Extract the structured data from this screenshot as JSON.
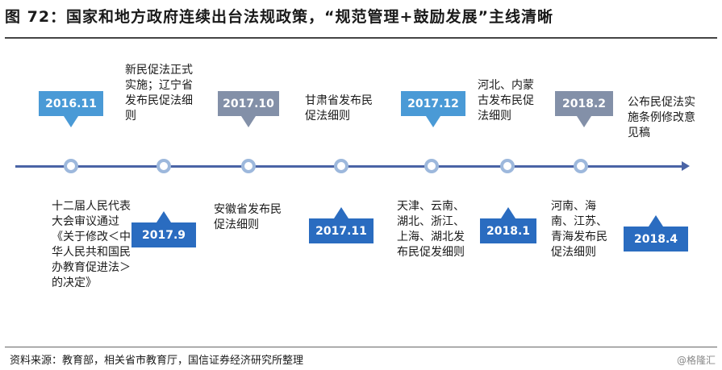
{
  "header": {
    "title": "图 72：国家和地方政府连续出台法规政策，“规范管理+鼓励发展”主线清晰"
  },
  "timeline": {
    "events": [
      {
        "date": "2016.11",
        "text": "十二届人民代表大会审议通过《关于修改＜中华人民共和国民办教育促进法＞的决定》",
        "color": "#4a9ad6"
      },
      {
        "date": "2017.9",
        "text": "新民促法正式实施；辽宁省发布民促法细则",
        "color": "#2a6cc0"
      },
      {
        "date": "2017.10",
        "text": "安徽省发布民促法细则",
        "color": "#8390a8"
      },
      {
        "date": "2017.11",
        "text": "甘肃省发布民促法细则",
        "color": "#2a6cc0"
      },
      {
        "date": "2017.12",
        "text": "天津、云南、湖北、浙江、上海、湖北发布民促发细则",
        "color": "#4a9ad6"
      },
      {
        "date": "2018.1",
        "text": "河北、内蒙古发布民促法细则",
        "color": "#2a6cc0"
      },
      {
        "date": "2018.2",
        "text": "河南、海南、江苏、青海发布民促法细则",
        "color": "#8390a8"
      },
      {
        "date": "2018.4",
        "text": "公布民促法实施条例修改意见稿",
        "color": "#2a6cc0"
      }
    ]
  },
  "footer": {
    "source": "资料来源：教育部，相关省市教育厅，国信证券经济研究所整理",
    "watermark": "@格隆汇"
  }
}
